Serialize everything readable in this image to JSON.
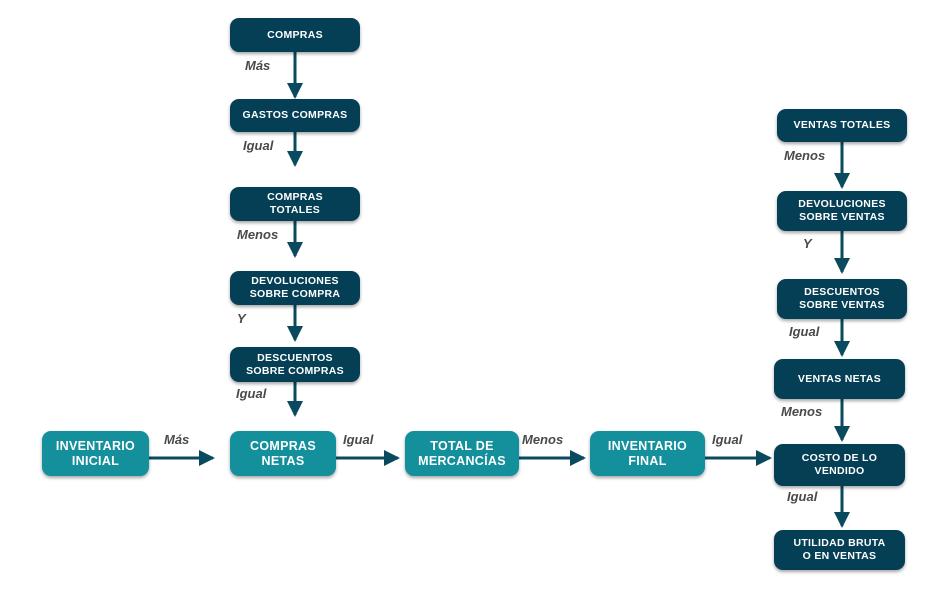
{
  "nodes": {
    "compras": "COMPRAS",
    "gastos_compras": "GASTOS COMPRAS",
    "compras_totales": "COMPRAS\nTOTALES",
    "devoluciones_compra": "DEVOLUCIONES\nSOBRE COMPRA",
    "descuentos_compras": "DESCUENTOS\nSOBRE COMPRAS",
    "inventario_inicial": "INVENTARIO\nINICIAL",
    "compras_netas": "COMPRAS\nNETAS",
    "total_mercancias": "TOTAL DE\nMERCANCÍAS",
    "inventario_final": "INVENTARIO\nFINAL",
    "ventas_totales": "VENTAS TOTALES",
    "devoluciones_ventas": "DEVOLUCIONES\nSOBRE VENTAS",
    "descuentos_ventas": "DESCUENTOS\nSOBRE VENTAS",
    "ventas_netas": "VENTAS NETAS",
    "costo_vendido": "COSTO DE LO\nVENDIDO",
    "utilidad_bruta": "UTILIDAD BRUTA\nO EN VENTAS"
  },
  "labels": {
    "mas_1": "Más",
    "igual_1": "Igual",
    "menos_1": "Menos",
    "y_1": "Y",
    "igual_2": "Igual",
    "mas_2": "Más",
    "igual_3": "Igual",
    "menos_2": "Menos",
    "igual_4": "Igual",
    "menos_3": "Menos",
    "y_2": "Y",
    "igual_5": "Igual",
    "menos_4": "Menos",
    "igual_6": "Igual"
  },
  "colors": {
    "dark_node": "#053f55",
    "teal_node": "#148f9c",
    "arrow": "#0a4a5f"
  }
}
